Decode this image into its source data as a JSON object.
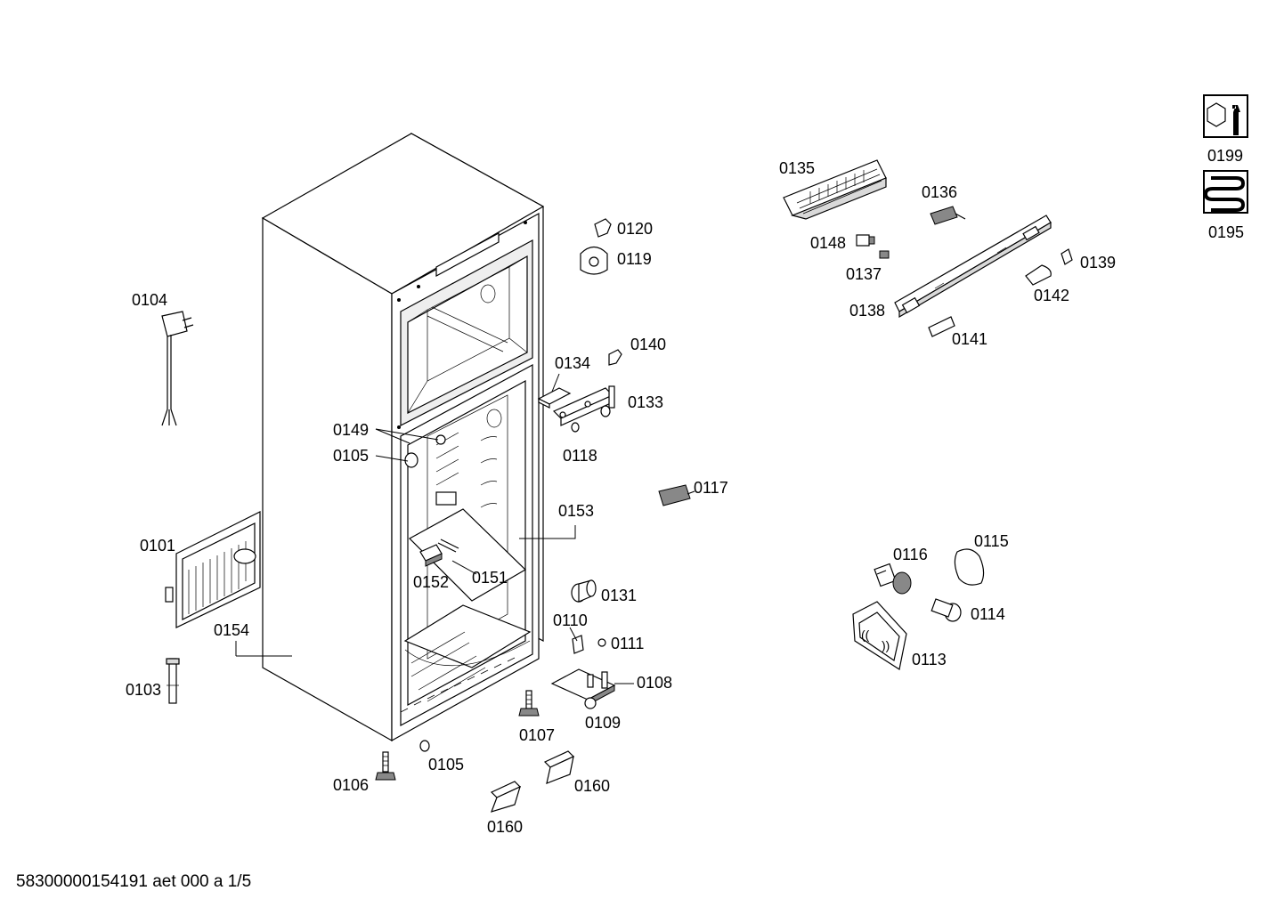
{
  "footer": {
    "doc_code": "58300000154191 aet 000 a 1/5"
  },
  "labels": {
    "l0101": "0101",
    "l0103": "0103",
    "l0104": "0104",
    "l0105a": "0105",
    "l0105b": "0105",
    "l0106": "0106",
    "l0107": "0107",
    "l0108": "0108",
    "l0109": "0109",
    "l0110": "0110",
    "l0111": "0111",
    "l0113": "0113",
    "l0114": "0114",
    "l0115": "0115",
    "l0116": "0116",
    "l0117": "0117",
    "l0118": "0118",
    "l0119": "0119",
    "l0120": "0120",
    "l0131": "0131",
    "l0133": "0133",
    "l0134": "0134",
    "l0135": "0135",
    "l0136": "0136",
    "l0137": "0137",
    "l0138": "0138",
    "l0139": "0139",
    "l0140": "0140",
    "l0141": "0141",
    "l0142": "0142",
    "l0148": "0148",
    "l0149": "0149",
    "l0151": "0151",
    "l0152": "0152",
    "l0153": "0153",
    "l0154": "0154",
    "l0160a": "0160",
    "l0160b": "0160",
    "l0195": "0195",
    "l0199": "0199"
  },
  "icons": {
    "tools": "wrench-nut-icon",
    "heater": "heating-coil-icon"
  }
}
